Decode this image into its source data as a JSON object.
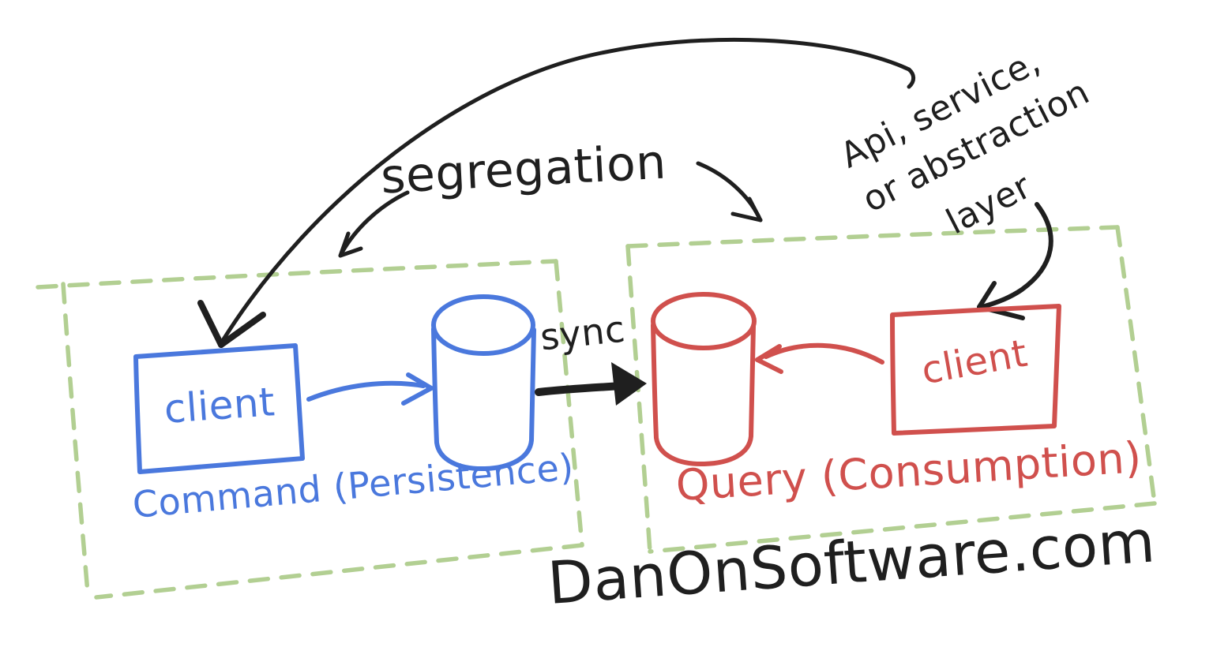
{
  "diagram": {
    "labels": {
      "segregation": "segregation",
      "api": {
        "line1": "Api, service,",
        "line2": "or abstraction",
        "line3": "layer"
      },
      "sync": "sync",
      "command_client": "client",
      "query_client": "client",
      "command_group": "Command (Persistence)",
      "query_group": "Query (Consumption)",
      "watermark": "DanOnSoftware.com"
    },
    "colors": {
      "command": "#4a78dd",
      "query": "#d0504d",
      "boundary": "#b2cf92",
      "ink": "#1f1f1f",
      "background": "#ffffff"
    },
    "structure": {
      "groups": [
        {
          "label": "Command (Persistence)",
          "color": "#4a78dd",
          "members": [
            "client",
            "database-cylinder"
          ]
        },
        {
          "label": "Query (Consumption)",
          "color": "#d0504d",
          "members": [
            "database-cylinder",
            "client"
          ]
        }
      ],
      "flows": [
        {
          "from": "command-client",
          "to": "command-database",
          "label": ""
        },
        {
          "from": "command-database",
          "to": "query-database",
          "label": "sync"
        },
        {
          "from": "query-client",
          "to": "query-database",
          "label": ""
        },
        {
          "from": "api-service-abstraction-layer",
          "to": "command-client",
          "label": "segregation"
        }
      ]
    }
  }
}
